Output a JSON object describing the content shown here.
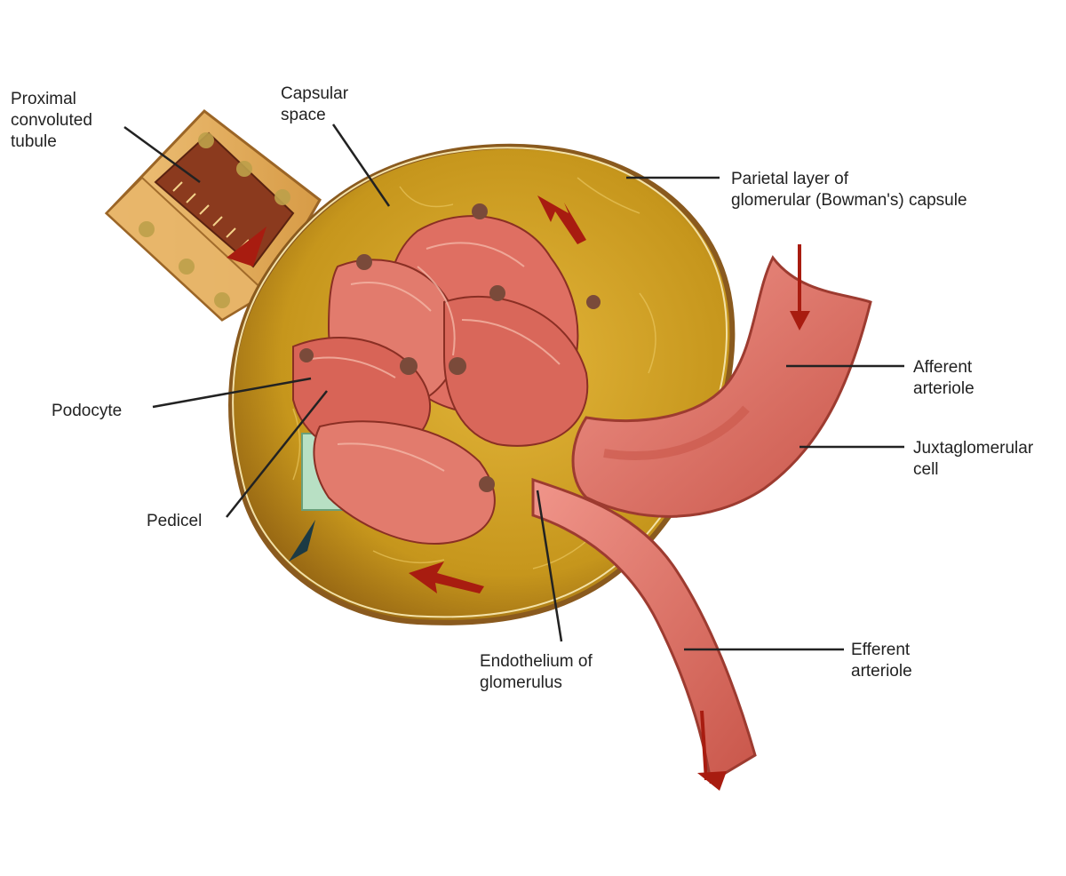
{
  "labels": {
    "proximal_tubule": "Proximal\nconvoluted\ntubule",
    "capsular_space": "Capsular\nspace",
    "parietal_layer": "Parietal layer of\nglomerular (Bowman's) capsule",
    "podocyte": "Podocyte",
    "pedicel": "Pedicel",
    "afferent_arteriole": "Afferent\narteriole",
    "juxtaglomerular_cell": "Juxtaglomerular\ncell",
    "endothelium": "Endothelium of\nglomerulus",
    "efferent_arteriole": "Efferent\narteriole"
  },
  "colors": {
    "capsule_fill": "#c99a1c",
    "capsule_rim": "#8a5a1e",
    "vessel": "#e07a6a",
    "vessel_dark": "#b8443a",
    "glomerulus": "#d9675a",
    "tubule": "#e2b060",
    "arrow": "#a81c10",
    "filtration_box": "#b8e0c4",
    "leader": "#222222"
  }
}
